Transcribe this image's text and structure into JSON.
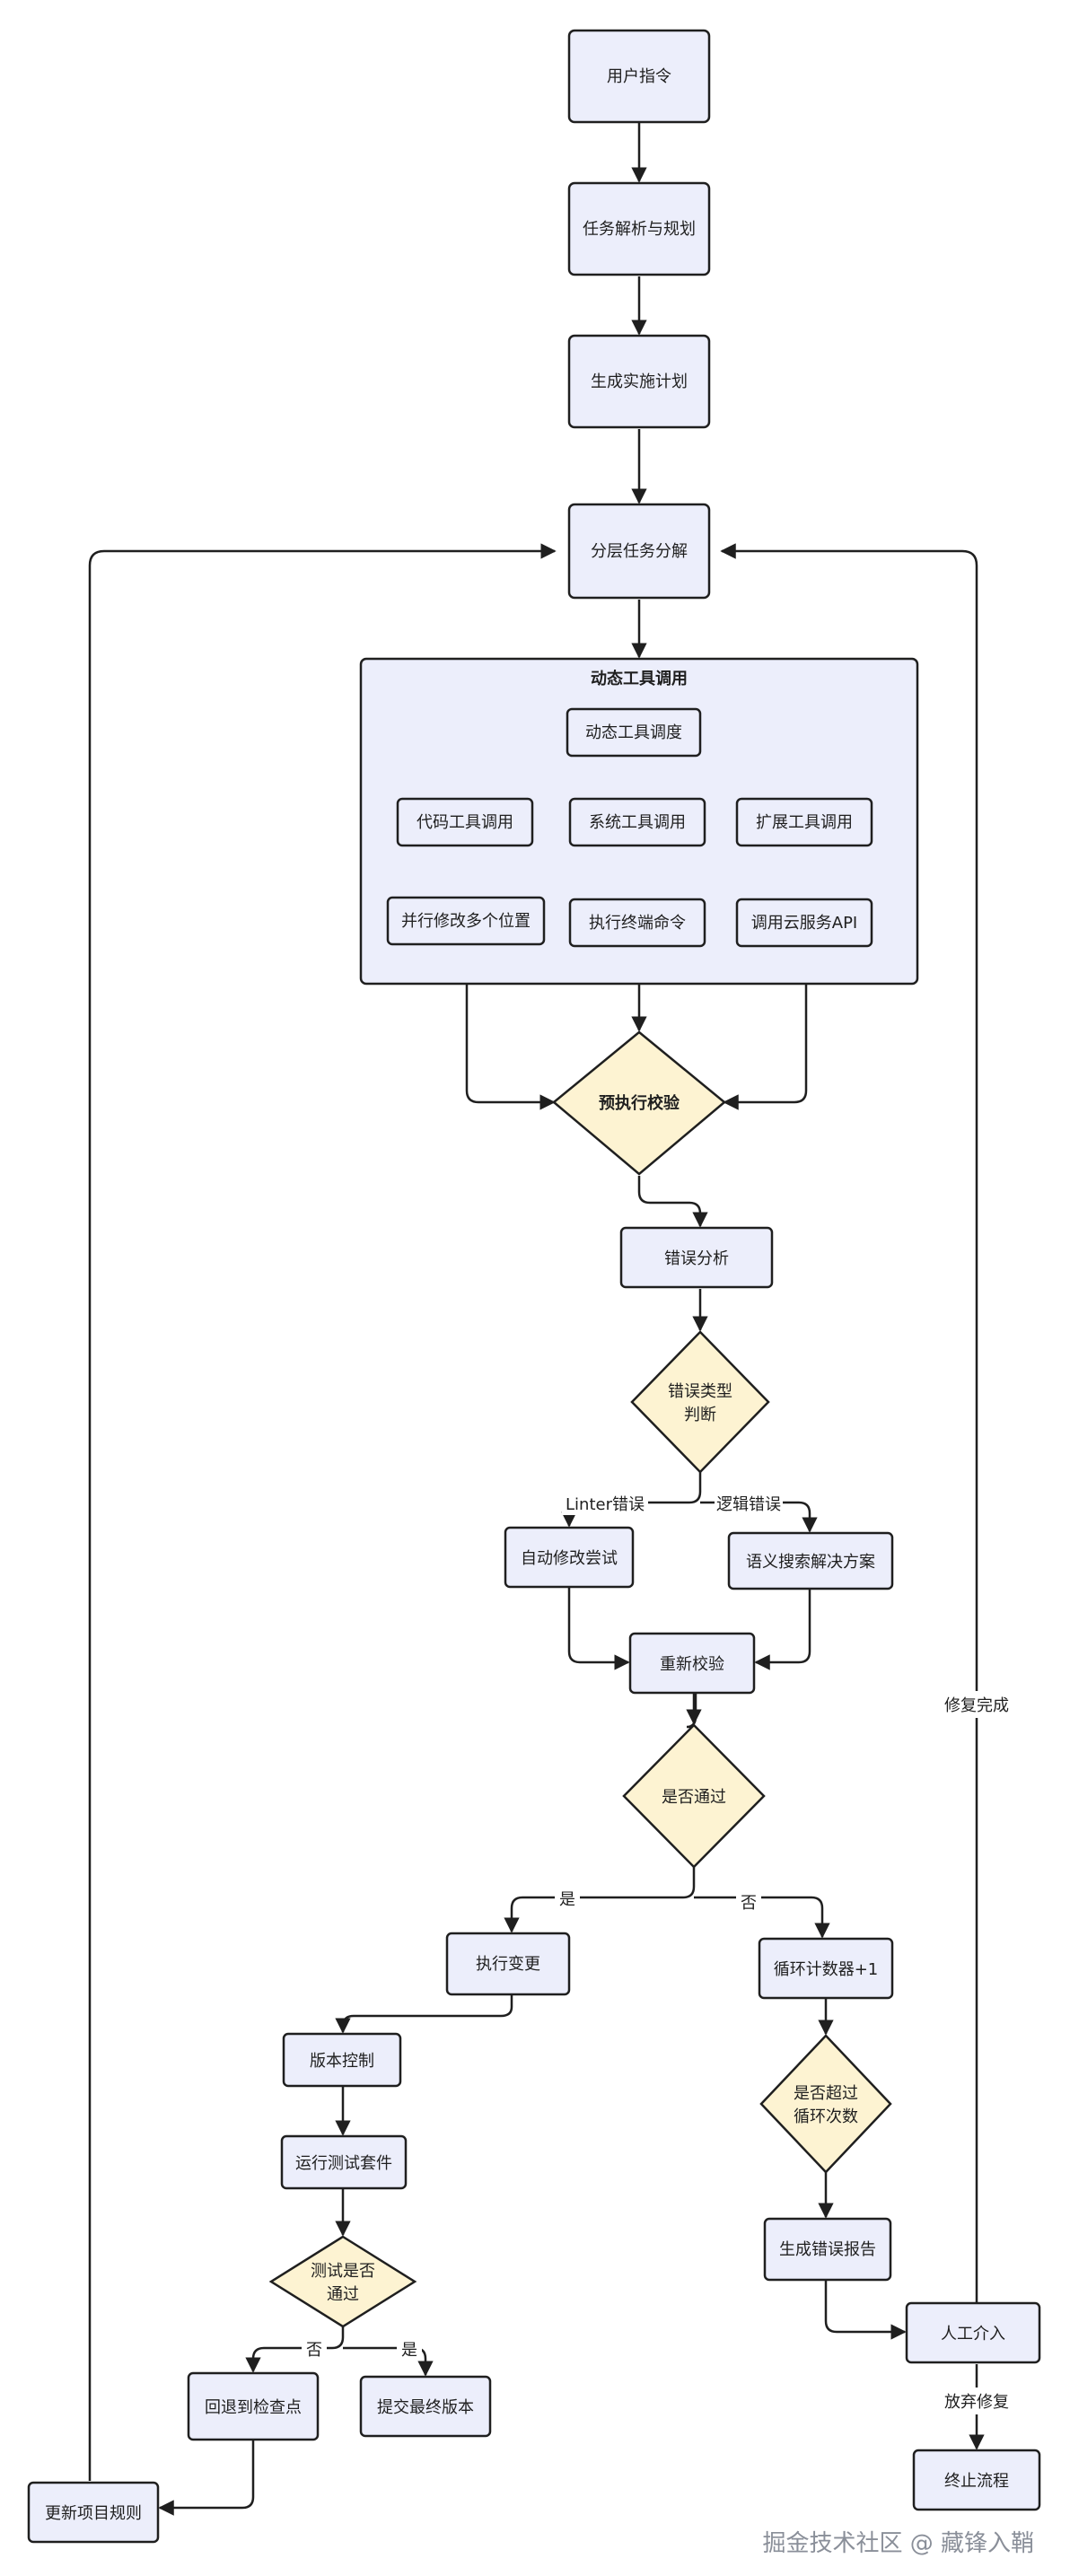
{
  "nodes": {
    "user_command": "用户指令",
    "task_parse": "任务解析与规划",
    "gen_plan": "生成实施计划",
    "layered_decompose": "分层任务分解",
    "tool_dispatch": "动态工具调度",
    "code_tool": "代码工具调用",
    "sys_tool": "系统工具调用",
    "ext_tool": "扩展工具调用",
    "parallel_edit": "并行修改多个位置",
    "exec_terminal": "执行终端命令",
    "cloud_api": "调用云服务API",
    "pre_check": "预执行校验",
    "error_analysis": "错误分析",
    "error_type_line1": "错误类型",
    "error_type_line2": "判断",
    "auto_fix": "自动修改尝试",
    "semantic_search": "语义搜索解决方案",
    "recheck": "重新校验",
    "is_pass": "是否通过",
    "exec_change": "执行变更",
    "loop_counter": "循环计数器+1",
    "version_control": "版本控制",
    "exceed_line1": "是否超过",
    "exceed_line2": "循环次数",
    "run_tests": "运行测试套件",
    "gen_report": "生成错误报告",
    "test_pass_line1": "测试是否",
    "test_pass_line2": "通过",
    "human": "人工介入",
    "rollback": "回退到检查点",
    "submit_final": "提交最终版本",
    "update_rules": "更新项目规则",
    "terminate": "终止流程"
  },
  "group": {
    "title": "动态工具调用"
  },
  "edge_labels": {
    "linter_error": "Linter错误",
    "logic_error": "逻辑错误",
    "yes_pass": "是",
    "no_pass": "否",
    "test_no": "否",
    "test_yes": "是",
    "fix_done": "修复完成",
    "give_up": "放弃修复"
  },
  "watermark": "掘金技术社区 @ 藏锋入鞘",
  "colors": {
    "rect_fill": "#eceefb",
    "diamond_fill": "#fdf3d2",
    "stroke": "#1f1f1f",
    "watermark": "#8a8f99"
  }
}
